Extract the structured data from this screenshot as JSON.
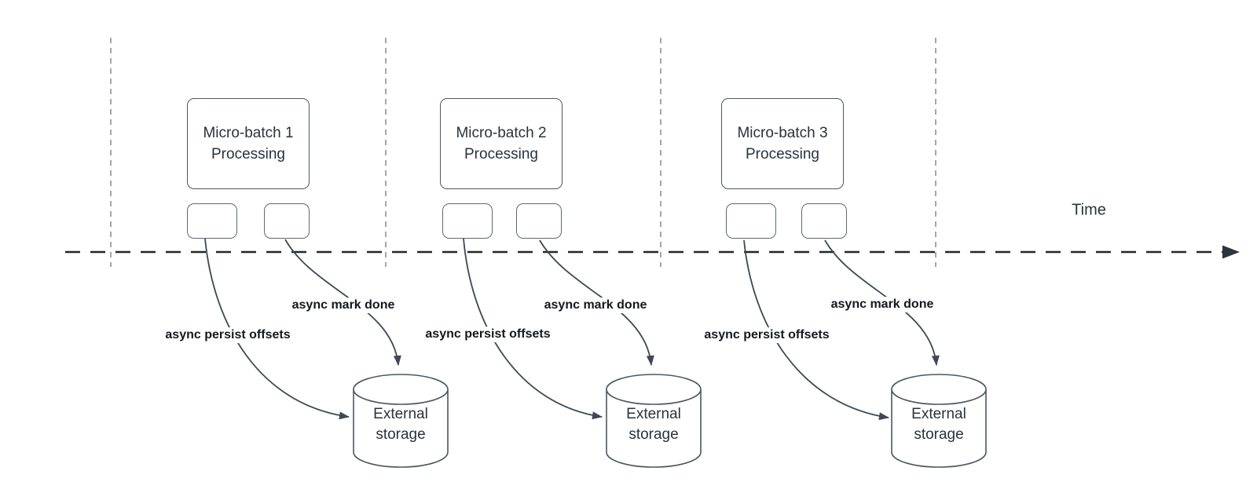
{
  "timeline": {
    "label": "Time"
  },
  "batches": [
    {
      "title_line1": "Micro-batch 1",
      "title_line2": "Processing",
      "persist_label": "async persist offsets",
      "mark_done_label": "async mark done",
      "storage_line1": "External",
      "storage_line2": "storage"
    },
    {
      "title_line1": "Micro-batch 2",
      "title_line2": "Processing",
      "persist_label": "async persist offsets",
      "mark_done_label": "async mark done",
      "storage_line1": "External",
      "storage_line2": "storage"
    },
    {
      "title_line1": "Micro-batch 3",
      "title_line2": "Processing",
      "persist_label": "async persist offsets",
      "mark_done_label": "async mark done",
      "storage_line1": "External",
      "storage_line2": "storage"
    }
  ],
  "colors": {
    "background": "#ffffff",
    "shape_border": "#4d5662",
    "shape_text": "#2b323c",
    "label_text": "#14181d",
    "arrow_stroke": "#3f4854",
    "timeline_stroke": "#22262b",
    "lane_divider": "#a6a6a6"
  }
}
